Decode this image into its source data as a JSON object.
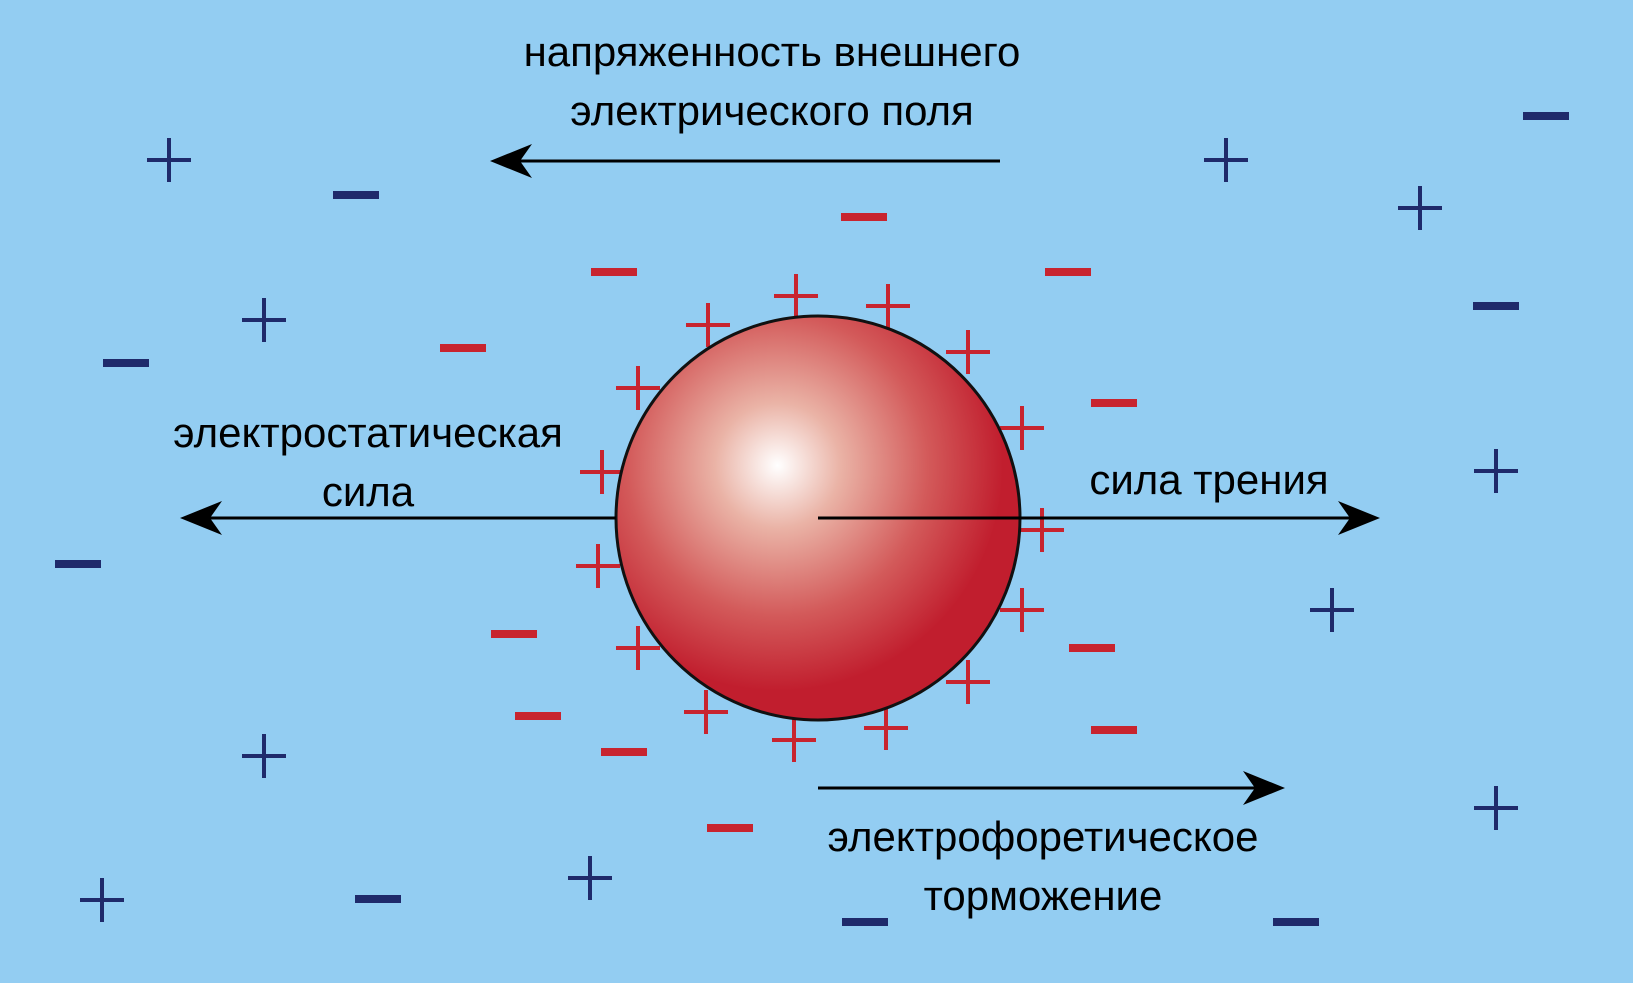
{
  "labels": {
    "field_line1": "напряженность внешнего",
    "field_line2": "электрического поля",
    "electrostatic_line1": "электростатическая",
    "electrostatic_line2": "сила",
    "friction": "сила трения",
    "electrophoretic_line1": "электрофоретическое",
    "electrophoretic_line2": "торможение"
  },
  "symbols": {
    "plus": "+",
    "minus": "−"
  },
  "colors": {
    "background": "#93cdf2",
    "particle_core": "#c11e2e",
    "particle_highlight": "#ffffff",
    "inner_charge": "#c8242f",
    "outer_charge": "#1f2a6b",
    "arrow": "#000000",
    "text": "#000000"
  }
}
